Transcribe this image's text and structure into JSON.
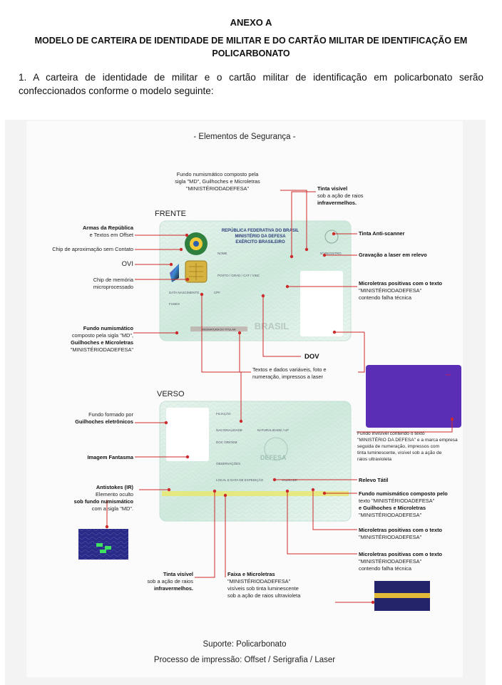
{
  "header": {
    "annex": "ANEXO A",
    "title_line1": "MODELO DE CARTEIRA DE IDENTIDADE DE MILITAR E DO CARTÃO MILITAR DE IDENTIFICAÇÃO EM",
    "title_line2": "POLICARBONATO"
  },
  "paragraph": "1. A carteira de identidade de militar e o cartão militar de identificação em policarbonato serão confeccionados conforme o modelo seguinte:",
  "figure": {
    "heading": "- Elementos de Segurança -",
    "front_label": "FRENTE",
    "back_label": "VERSO",
    "card_front": {
      "republica": "REPÚBLICA FEDERATIVA DO BRASIL",
      "ministerio": "MINISTÉRIO DA DEFESA",
      "exercito": "EXÉRCITO BRASILEIRO",
      "nome": "NOME",
      "registro": "Nº REGISTRO",
      "posto": "POSTO / GRAD / CAT / VINC",
      "nascimento": "DATA NASCIMENTO",
      "cpf": "CPF",
      "fusex": "FUSEX",
      "assinatura": "ASSINATURA DO TITULAR",
      "brasil": "BRASIL"
    },
    "card_back": {
      "filiacao": "FILIAÇÃO",
      "nacionalidade": "NACIONALIDADE",
      "naturalidade": "NATURALIDADE / UF",
      "doc_origem": "DOC ORIGEM",
      "defesa": "DEFESA",
      "observacoes": "OBSERVAÇÕES",
      "local_data": "LOCAL E DATA DE EXPEDIÇÃO",
      "validade": "VALIDADE"
    },
    "left_labels": {
      "fundo_top": [
        "Fundo numismático composto pela",
        "sigla \"MD\", Guilhoches e Microletras",
        "\"MINISTÉRIODADEFESA\""
      ],
      "armas": [
        "Armas da República",
        "e Textos em Offset"
      ],
      "chip_contato": "Chip de aproximação sem Contato",
      "ovi": "OVI",
      "chip_memoria": [
        "Chip de memória",
        "microprocessado"
      ],
      "fundo_front": [
        "Fundo numismático",
        "composto pela sigla \"MD\",",
        "Guilhoches e Microletras",
        "\"MINISTÉRIODADEFESA\""
      ],
      "fundo_guilhoches": [
        "Fundo formado por",
        "Guilhoches eletrônicos"
      ],
      "imagem_fantasma": "Imagem Fantasma",
      "antistokes": [
        "Antistokes (IR)",
        "Elemento oculto",
        "sob fundo numismático",
        "com a sigla \"MD\"."
      ],
      "tinta_visivel_bottom": [
        "Tinta visível",
        "sob a ação de raios",
        "infravermelhos."
      ],
      "faixa": [
        "Faixa e Microletras",
        "\"MINISTÉRIODADEFESA\"",
        "visíveis sob tinta luminescente",
        "sob a ação de raios ultravioleta"
      ]
    },
    "right_labels": {
      "tinta_visivel_top": [
        "Tinta visível",
        "sob a ação de raios",
        "infravermelhos."
      ],
      "anti_scanner": "Tinta Anti-scanner",
      "gravacao": "Gravação a laser em relevo",
      "microletras_front": [
        "Microletras positivas com o texto",
        "\"MINISTÉRIODADEFESA\"",
        "contendo falha técnica"
      ],
      "dov": "DOV",
      "textos_dados": [
        "Textos e dados variáveis, foto e",
        "numeração, impressos a laser"
      ],
      "fundo_invisivel": [
        "Fundo invisível contendo o texto",
        "\"MINISTÉRIO DA DEFESA\" e a marca empresa",
        "seguida de numeração, impressos com",
        "tinta luminescente, visível sob a ação de",
        "raios ultravioleta"
      ],
      "relevo": "Relevo Tátil",
      "fundo_back": [
        "Fundo numismático composto pelo",
        "texto \"MINISTÉRIODADEFESA\"",
        "e Guilhoches e Microletras",
        "\"MINISTÉRIODADEFESA\""
      ],
      "microletras_back1": [
        "Microletras positivas com o texto",
        "\"MINISTÉRIODADEFESA\""
      ],
      "microletras_back2": [
        "Microletras positivas com o texto",
        "\"MINISTÉRIODADEFESA\"",
        "contendo falha técnica"
      ]
    },
    "footer": {
      "suporte": "Suporte: Policarbonato",
      "processo": "Processo de impressão: Offset / Serigrafia / Laser"
    },
    "colors": {
      "leader": "#cc2a2a",
      "card": "#d4ece2",
      "uv_panel": "#5a2fb5"
    }
  }
}
